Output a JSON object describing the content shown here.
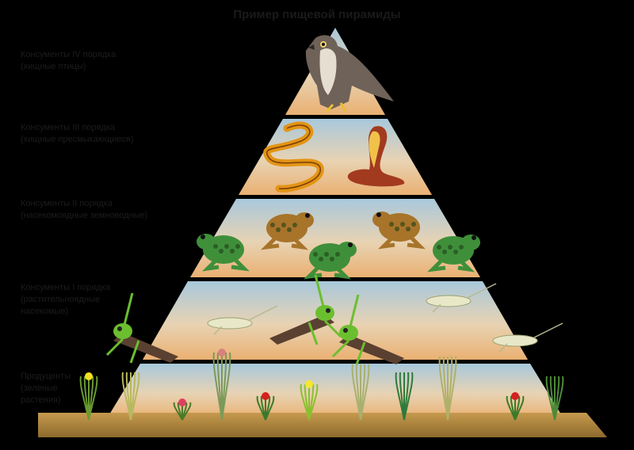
{
  "title": "Пример пищевой пирамиды",
  "levels": [
    {
      "line1": "Консументы IV порядка",
      "line2": "(хищные птицы)",
      "line3": ""
    },
    {
      "line1": "Консументы III порядка",
      "line2": "(хищные пресмыкающиеся)",
      "line3": ""
    },
    {
      "line1": "Консументы II порядка",
      "line2": "(насекомоядные земноводные)",
      "line3": ""
    },
    {
      "line1": "Консументы I  порядка",
      "line2": "(растительноядные",
      "line3": "насекомые)"
    },
    {
      "line1": "Продуценты",
      "line2": "(зелёные",
      "line3": "растения)"
    }
  ],
  "colors": {
    "background": "#000000",
    "label_text": "#1c1c1c",
    "band_top": "#a8c8dc",
    "band_bottom": "#eab072",
    "ground": "#a8833d",
    "frog_green": "#3f8f3a",
    "frog_brown": "#a7742a",
    "insect_green": "#6bbf2f",
    "snake_orange": "#e39414",
    "cobra_red": "#a23a1f"
  },
  "icons": [
    "falcon-icon",
    "snake-icon",
    "cobra-icon",
    "frog-icon",
    "grasshopper-icon",
    "plant-icon"
  ]
}
